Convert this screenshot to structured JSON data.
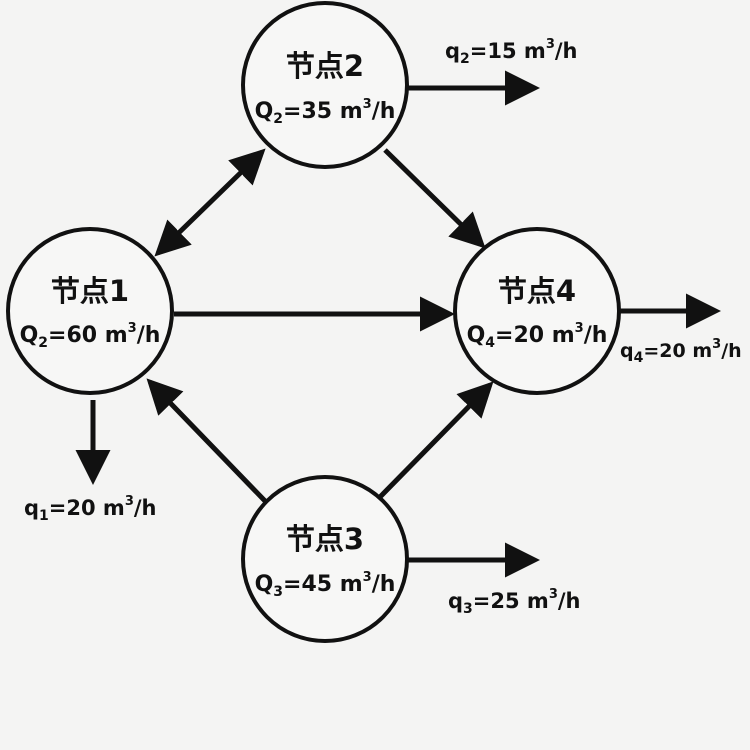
{
  "nodes": [
    {
      "id": "1",
      "title": "节点1",
      "flow": {
        "sym": "Q",
        "sub": "2",
        "val": "=60 m",
        "sup": "3",
        "unit": "/h"
      }
    },
    {
      "id": "2",
      "title": "节点2",
      "flow": {
        "sym": "Q",
        "sub": "2",
        "val": "=35 m",
        "sup": "3",
        "unit": "/h"
      }
    },
    {
      "id": "3",
      "title": "节点3",
      "flow": {
        "sym": "Q",
        "sub": "3",
        "val": "=45 m",
        "sup": "3",
        "unit": "/h"
      }
    },
    {
      "id": "4",
      "title": "节点4",
      "flow": {
        "sym": "Q",
        "sub": "4",
        "val": "=20 m",
        "sup": "3",
        "unit": "/h"
      }
    }
  ],
  "outflows": {
    "q1": {
      "sym": "q",
      "sub": "1",
      "val": "=20 m",
      "sup": "3",
      "unit": "/h"
    },
    "q2": {
      "sym": "q",
      "sub": "2",
      "val": "=15 m",
      "sup": "3",
      "unit": "/h"
    },
    "q3": {
      "sym": "q",
      "sub": "3",
      "val": "=25 m",
      "sup": "3",
      "unit": "/h"
    },
    "q4": {
      "sym": "q",
      "sub": "4",
      "val": "=20 m",
      "sup": "3",
      "unit": "/h"
    }
  },
  "edges": [
    {
      "from": "1",
      "to": "2",
      "direction": "both"
    },
    {
      "from": "2",
      "to": "4",
      "direction": "forward"
    },
    {
      "from": "1",
      "to": "4",
      "direction": "forward"
    },
    {
      "from": "3",
      "to": "1",
      "direction": "forward"
    },
    {
      "from": "3",
      "to": "4",
      "direction": "forward"
    }
  ]
}
